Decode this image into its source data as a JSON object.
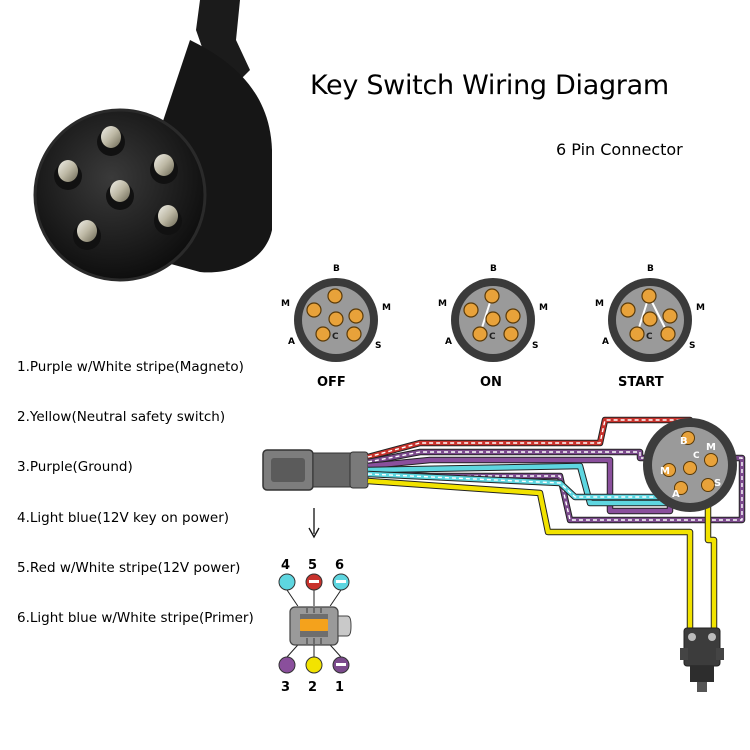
{
  "title": "Key Switch Wiring Diagram",
  "subtitle": "6 Pin Connector",
  "wires": [
    {
      "label": "1.Purple w/White stripe(Magneto)",
      "color": "#7b4a8c",
      "stripe": "#ffffff"
    },
    {
      "label": "2.Yellow(Neutral safety switch)",
      "color": "#f2e300",
      "stripe": ""
    },
    {
      "label": "3.Purple(Ground)",
      "color": "#8a4f9c",
      "stripe": ""
    },
    {
      "label": "4.Light blue(12V key on power)",
      "color": "#5ed6e0",
      "stripe": ""
    },
    {
      "label": "5.Red w/White stripe(12V power)",
      "color": "#c8322c",
      "stripe": "#ffffff"
    },
    {
      "label": "6.Light blue w/White stripe(Primer)",
      "color": "#5ed6e0",
      "stripe": "#ffffff"
    }
  ],
  "switch_states": [
    {
      "label": "OFF"
    },
    {
      "label": "ON"
    },
    {
      "label": "START"
    }
  ],
  "pin_letters": {
    "b": "B",
    "m": "M",
    "a": "A",
    "c": "C",
    "s": "S"
  },
  "connector_pins": {
    "top": [
      "4",
      "5",
      "6"
    ],
    "bottom": [
      "3",
      "2",
      "1"
    ]
  },
  "colors": {
    "pin_fill": "#e8a23a",
    "connector_grey": "#9a9a9a",
    "plug_orange": "#f4a21c"
  }
}
